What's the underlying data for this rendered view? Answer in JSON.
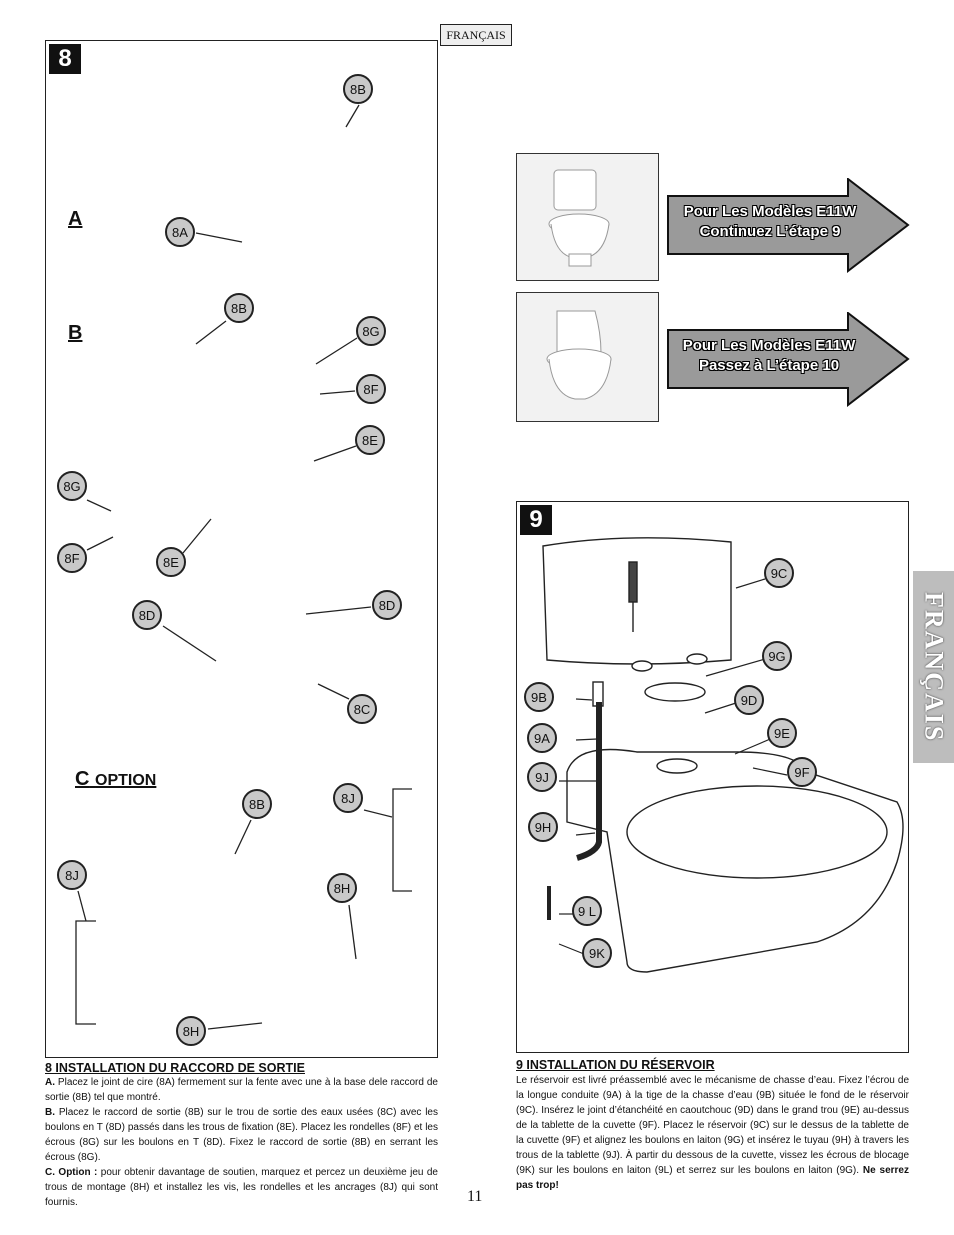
{
  "header": {
    "language_tag": "FRANÇAIS"
  },
  "side_tab": {
    "label": "FRANÇAIS"
  },
  "page_number": "11",
  "step8": {
    "number": "8",
    "letter_a": "A",
    "letter_b": "B",
    "letter_c": "C",
    "option_label": "OPTION",
    "callouts": [
      "8B",
      "8A",
      "8B",
      "8G",
      "8F",
      "8E",
      "8G",
      "8F",
      "8E",
      "8D",
      "8D",
      "8C",
      "8B",
      "8J",
      "8J",
      "8H",
      "8H"
    ]
  },
  "models": {
    "top": {
      "line1": "Pour Les Modèles E11W",
      "line2": "Continuez L’étape 9"
    },
    "bottom": {
      "line1": "Pour Les Modèles E11W",
      "line2": "Passez à L’étape 10"
    }
  },
  "step9": {
    "number": "9",
    "callouts": [
      "9C",
      "9G",
      "9B",
      "9D",
      "9A",
      "9E",
      "9J",
      "9F",
      "9H",
      "9 L",
      "9K"
    ]
  },
  "section8": {
    "title": "8  INSTALLATION DU RACCORD DE SORTIE",
    "a_label": "A.",
    "a_text": " Placez le joint de cire (8A) fermement sur la fente avec une à  la base dele raccord de sortie (8B) tel que montré.",
    "b_label": "B.",
    "b_text": " Placez le raccord de sortie (8B) sur le trou de sortie des eaux usées (8C) avec les boulons en T (8D) passés dans les trous de fixation (8E).  Placez les rondelles (8F) et les écrous (8G) sur les boulons en T (8D).  Fixez le raccord de sortie (8B) en serrant les écrous (8G).",
    "c_label": "C. Option :",
    "c_text": " pour obtenir davantage de soutien, marquez et percez un deuxième jeu de trous de montage (8H) et installez les vis, les rondelles et les ancrages (8J) qui sont fournis."
  },
  "section9": {
    "title": "9  INSTALLATION DU RÉSERVOIR",
    "text": "Le réservoir est livré préassemblé avec le mécanisme de chasse d’eau.  Fixez l’écrou de la longue conduite (9A) à la tige de la chasse d’eau (9B) située le fond de le réservoir (9C). Insérez le joint d’étanchéité en caoutchouc (9D) dans le grand trou (9E) au-dessus de la tablette de la cuvette (9F). Placez le réservoir (9C) sur le dessus de la tablette de la cuvette (9F) et alignez les boulons en laiton (9G) et insérez le tuyau (9H) à travers les trous de la tablette (9J). À partir du dessous de la cuvette, vissez les écrous de blocage (9K) sur les boulons en laiton (9L) et serrez sur les boulons en laiton (9G). ",
    "warning": "Ne serrez pas trop!"
  }
}
